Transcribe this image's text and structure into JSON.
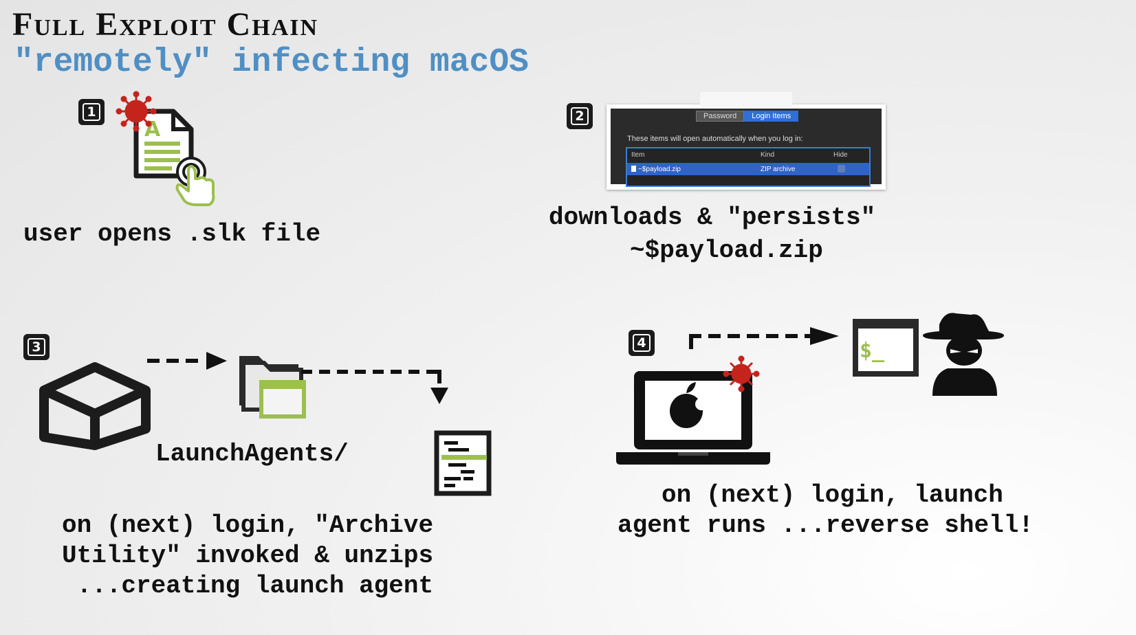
{
  "title": "Full Exploit Chain",
  "subtitle": "\"remotely\" infecting macOS",
  "steps": {
    "s1": {
      "badge": "1",
      "caption": "user opens .slk file"
    },
    "s2": {
      "badge": "2",
      "caption_line1": "downloads & \"persists\"",
      "caption_line2": "~$payload.zip",
      "screenshot": {
        "tab_password": "Password",
        "tab_login_items": "Login Items",
        "note": "These items will open automatically when you log in:",
        "col_item": "Item",
        "col_kind": "Kind",
        "col_hide": "Hide",
        "row_item": "~$payload.zip",
        "row_kind": "ZIP archive"
      }
    },
    "s3": {
      "badge": "3",
      "folder_label": "LaunchAgents/",
      "caption_line1": "on (next) login, \"Archive",
      "caption_line2": "Utility\" invoked & unzips",
      "caption_line3": " ...creating launch agent"
    },
    "s4": {
      "badge": "4",
      "terminal_prompt": "$_",
      "caption_line1": "on (next) login, launch",
      "caption_line2": "agent runs ...reverse shell!"
    }
  },
  "colors": {
    "accent_blue": "#4f8fc4",
    "virus_red": "#c4241c",
    "icon_green": "#9cbf4e",
    "dark": "#1c1c1c"
  },
  "icons": [
    "virus-icon",
    "document-icon",
    "tap-hand-icon",
    "box-icon",
    "folder-icon",
    "plist-file-icon",
    "laptop-icon",
    "apple-logo-icon",
    "terminal-icon",
    "hacker-icon"
  ]
}
